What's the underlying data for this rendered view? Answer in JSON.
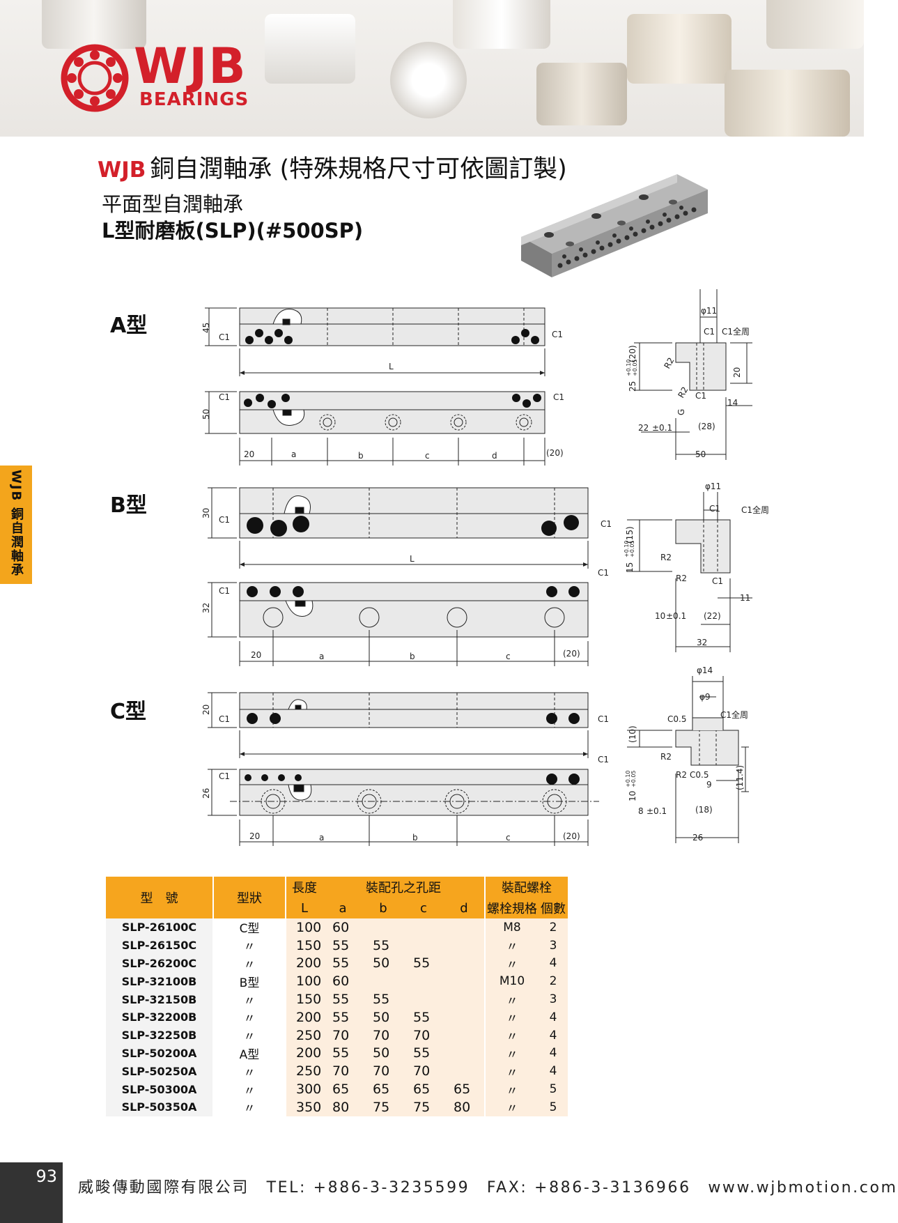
{
  "brand": {
    "name": "WJB",
    "sub": "BEARINGS"
  },
  "title": {
    "brand": "WJB",
    "text": "銅自潤軸承 (特殊規格尺寸可依圖訂製)"
  },
  "subtitle": "平面型自潤軸承",
  "product_name": "L型耐磨板(SLP)(#500SP)",
  "side_tab": {
    "brand": "WJB",
    "text": "銅自潤軸承"
  },
  "types": {
    "a": "A型",
    "b": "B型",
    "c": "C型"
  },
  "dims": {
    "a": {
      "h1": "45",
      "h2": "50",
      "c1": "C1",
      "L": "L",
      "n20": "20",
      "ra": "a",
      "rb": "b",
      "rc": "c",
      "rd": "d",
      "r20": "(20)",
      "phi": "φ11",
      "c1all": "C1全周",
      "p20": "(20)",
      "tol": "25",
      "tolup": "+0.10",
      "toldn": "+0.05",
      "d20": "20",
      "R2": "R2",
      "G": "G",
      "d14": "14",
      "d22": "22",
      "pm": "±0.1",
      "d28": "(28)",
      "d50": "50"
    },
    "b": {
      "h1": "30",
      "h2": "32",
      "c1": "C1",
      "L": "L",
      "n20": "20",
      "ra": "a",
      "rb": "b",
      "rc": "c",
      "r20": "(20)",
      "phi": "φ11",
      "c1all": "C1全周",
      "p15": "(15)",
      "tol": "15",
      "tolup": "+0.10",
      "toldn": "+0.05",
      "R2": "R2",
      "d11": "11",
      "d10": "10",
      "pm": "±0.1",
      "d22": "(22)",
      "d32": "32"
    },
    "c": {
      "h1": "20",
      "h2": "26",
      "c1": "C1",
      "n20": "20",
      "ra": "a",
      "rb": "b",
      "rc": "c",
      "r20": "(20)",
      "phi14": "φ14",
      "phi9": "φ9",
      "c05": "C0.5",
      "c1all": "C1全周",
      "p10": "(10)",
      "tol": "10",
      "tolup": "+0.10",
      "toldn": "+0.05",
      "R2": "R2",
      "d9": "9",
      "p114": "(11.4)",
      "d8": "8",
      "pm": "±0.1",
      "d18": "(18)",
      "d26": "26"
    }
  },
  "table": {
    "headers": {
      "model": "型　號",
      "shape": "型狀",
      "length": "長度",
      "pitch": "裝配孔之孔距",
      "bolt": "裝配螺栓",
      "L": "L",
      "a": "a",
      "b": "b",
      "c": "c",
      "d": "d",
      "spec": "螺栓規格",
      "qty": "個數"
    },
    "rows": [
      [
        "SLP-26100C",
        "C型",
        "100",
        "60",
        "",
        "",
        "",
        "M8",
        "2"
      ],
      [
        "SLP-26150C",
        "〃",
        "150",
        "55",
        "55",
        "",
        "",
        "〃",
        "3"
      ],
      [
        "SLP-26200C",
        "〃",
        "200",
        "55",
        "50",
        "55",
        "",
        "〃",
        "4"
      ],
      [
        "SLP-32100B",
        "B型",
        "100",
        "60",
        "",
        "",
        "",
        "M10",
        "2"
      ],
      [
        "SLP-32150B",
        "〃",
        "150",
        "55",
        "55",
        "",
        "",
        "〃",
        "3"
      ],
      [
        "SLP-32200B",
        "〃",
        "200",
        "55",
        "50",
        "55",
        "",
        "〃",
        "4"
      ],
      [
        "SLP-32250B",
        "〃",
        "250",
        "70",
        "70",
        "70",
        "",
        "〃",
        "4"
      ],
      [
        "SLP-50200A",
        "A型",
        "200",
        "55",
        "50",
        "55",
        "",
        "〃",
        "4"
      ],
      [
        "SLP-50250A",
        "〃",
        "250",
        "70",
        "70",
        "70",
        "",
        "〃",
        "4"
      ],
      [
        "SLP-50300A",
        "〃",
        "300",
        "65",
        "65",
        "65",
        "65",
        "〃",
        "5"
      ],
      [
        "SLP-50350A",
        "〃",
        "350",
        "80",
        "75",
        "75",
        "80",
        "〃",
        "5"
      ]
    ]
  },
  "footer": {
    "page": "93",
    "text": "威畯傳動國際有限公司　TEL: +886-3-3235599　FAX: +886-3-3136966　www.wjbmotion.com"
  },
  "colors": {
    "brand_red": "#d3202a",
    "accent_orange": "#f6a51e",
    "table_tint": "#fdeede"
  }
}
